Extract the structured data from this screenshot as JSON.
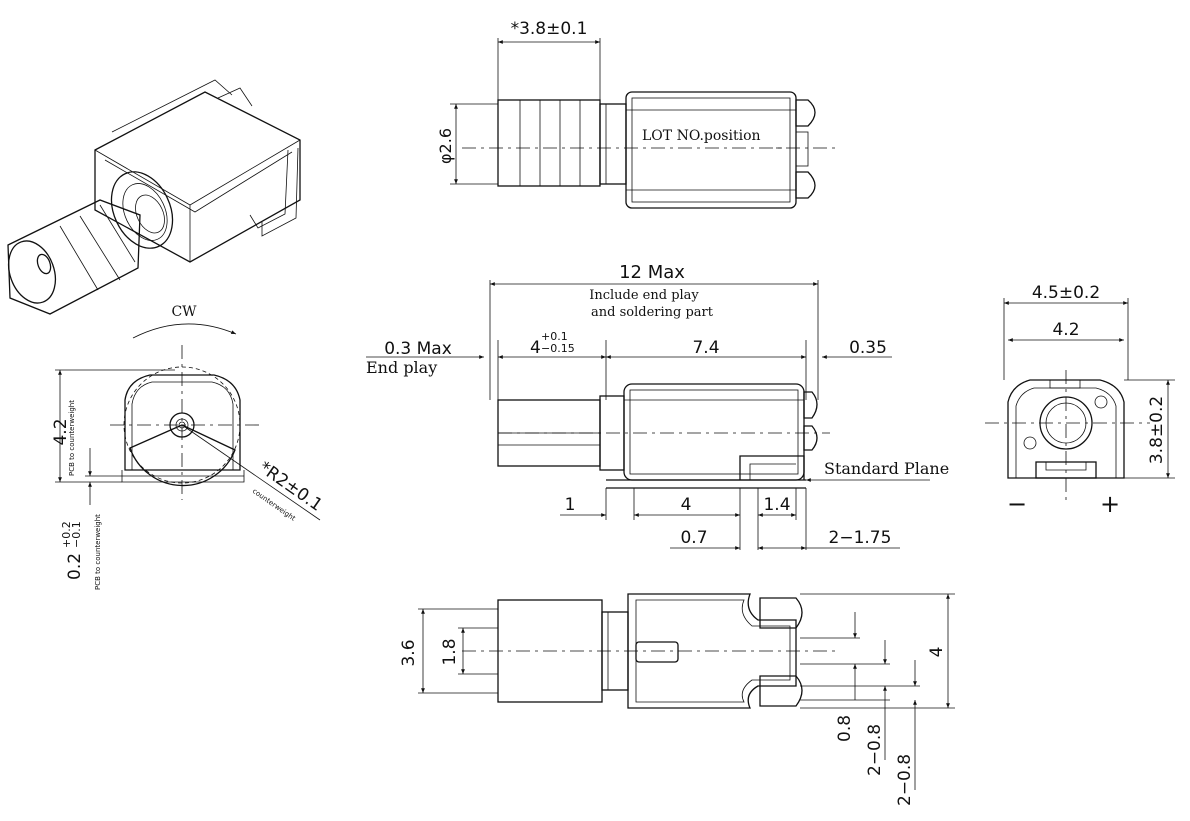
{
  "top_view": {
    "dim_width": "*3.8±0.1",
    "dim_diameter": "φ2.6",
    "lot_label": "LOT NO.position"
  },
  "side_view": {
    "overall": "12 Max",
    "overall_note_1": "Include end play",
    "overall_note_2": "and soldering part",
    "end_play_value": "0.3 Max",
    "end_play_label": "End play",
    "weight_len_main": "4",
    "weight_len_sup": "+0.1",
    "weight_len_sub": "−0.15",
    "body_len": "7.4",
    "right_gap": "0.35",
    "standard_plane": "Standard Plane",
    "pad_a": "1",
    "pad_b": "4",
    "pad_c": "1.4",
    "pad_d": "0.7",
    "pad_e": "2−1.75"
  },
  "end_view": {
    "rotation": "CW",
    "height": "4.2",
    "height_note": "PCB to counterweight",
    "gap_main": "0.2",
    "gap_sup": "+0.2",
    "gap_sub": "−0.1",
    "gap_note": "PCB to counterweight",
    "radius": "*R2±0.1",
    "radius_note": "counterweight"
  },
  "front_view": {
    "outer_width": "4.5±0.2",
    "inner_width": "4.2",
    "height": "3.8±0.2",
    "minus": "−",
    "plus": "+"
  },
  "bottom_view": {
    "h_outer": "3.6",
    "h_inner": "1.8",
    "total": "4",
    "pad_1": "0.8",
    "pad_2": "2−0.8",
    "pad_3": "2−0.8"
  }
}
